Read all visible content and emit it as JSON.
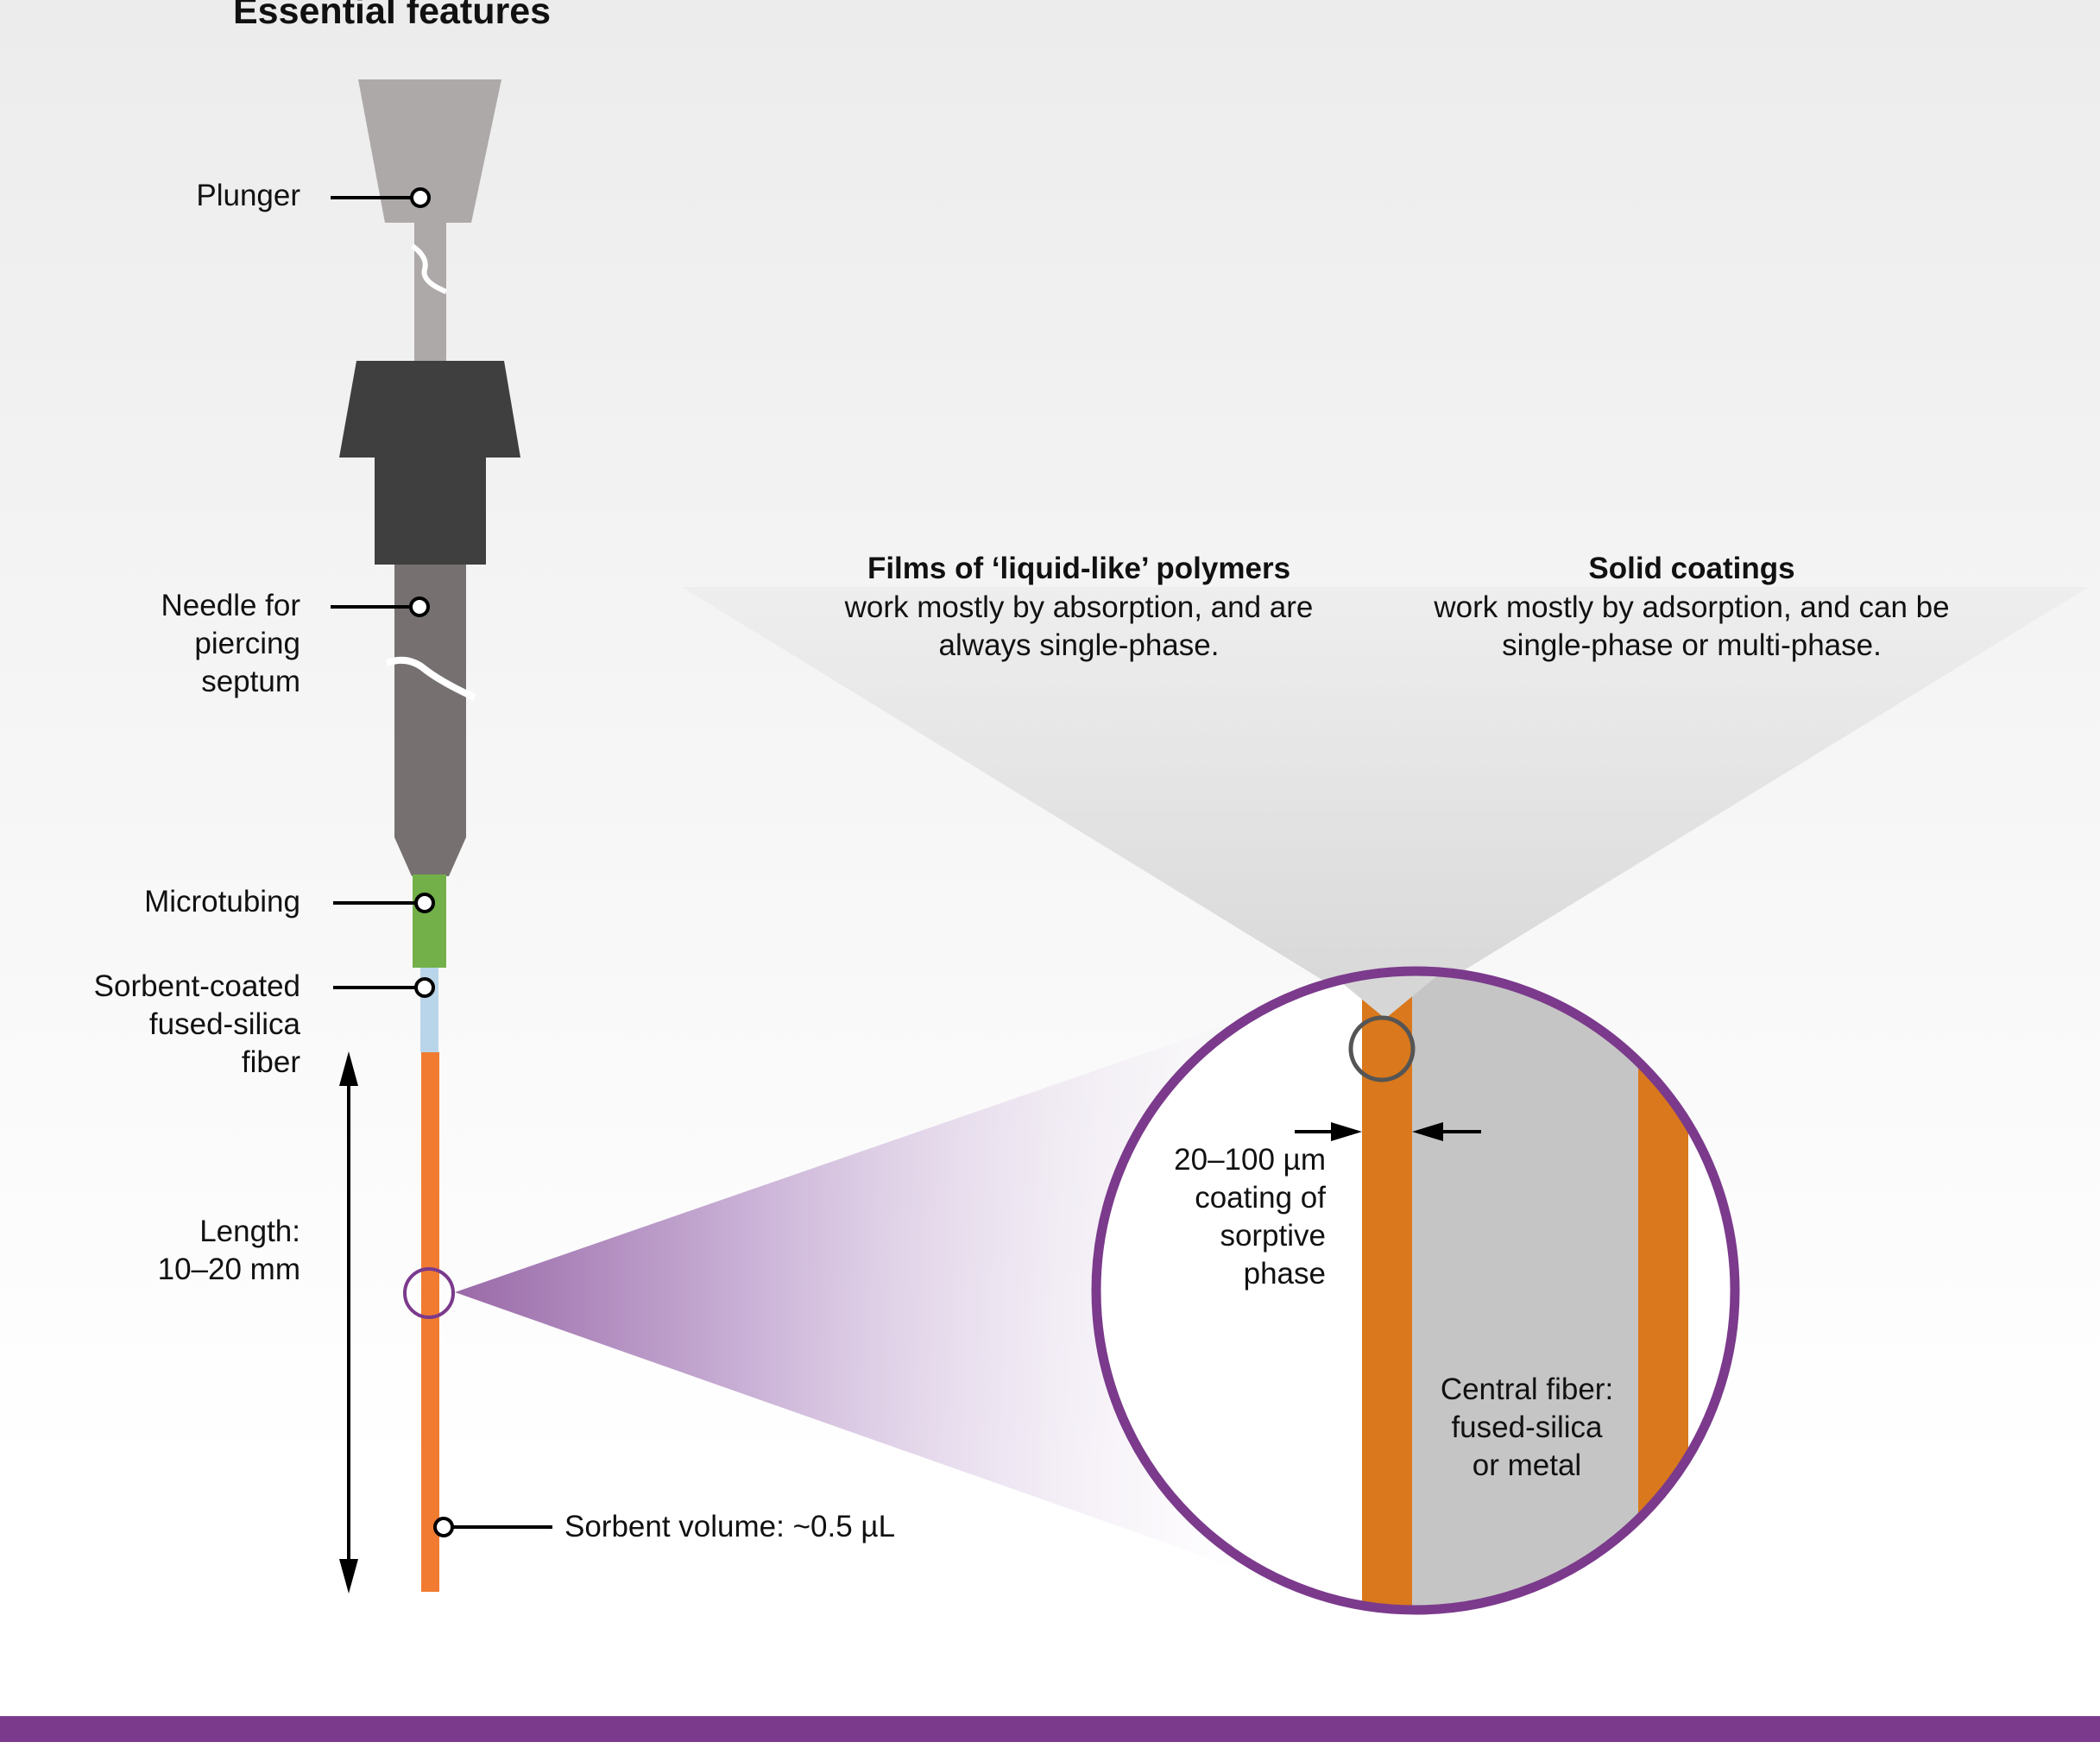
{
  "title": "Essential features",
  "labels": {
    "plunger": "Plunger",
    "needle": "Needle for\npiercing\nseptum",
    "microtubing": "Microtubing",
    "fiber": "Sorbent-coated\nfused-silica\nfiber",
    "length": "Length:\n10–20 mm",
    "sorbent_volume": "Sorbent volume: ~0.5 µL",
    "coating": "20–100 µm\ncoating of\nsorptive\nphase",
    "central_fiber": "Central fiber:\nfused-silica\nor metal"
  },
  "callouts": {
    "liquid": {
      "heading": "Films of ‘liquid-like’ polymers",
      "body": "work mostly by absorption, and are\nalways single-phase."
    },
    "solid": {
      "heading": "Solid coatings",
      "body": "work mostly by adsorption, and can be\nsingle-phase or multi-phase."
    }
  },
  "colors": {
    "plunger": "#ada9a8",
    "housing": "#3f3f3f",
    "needle": "#767170",
    "microtubing": "#73b04a",
    "fiber_uncoated": "#b9d5ea",
    "fiber_coated": "#f07b31",
    "coating_zoom": "#d9781c",
    "central_fiber": "#c5c5c5",
    "accent_purple": "#7b3a8c",
    "marker_grey": "#555555"
  }
}
